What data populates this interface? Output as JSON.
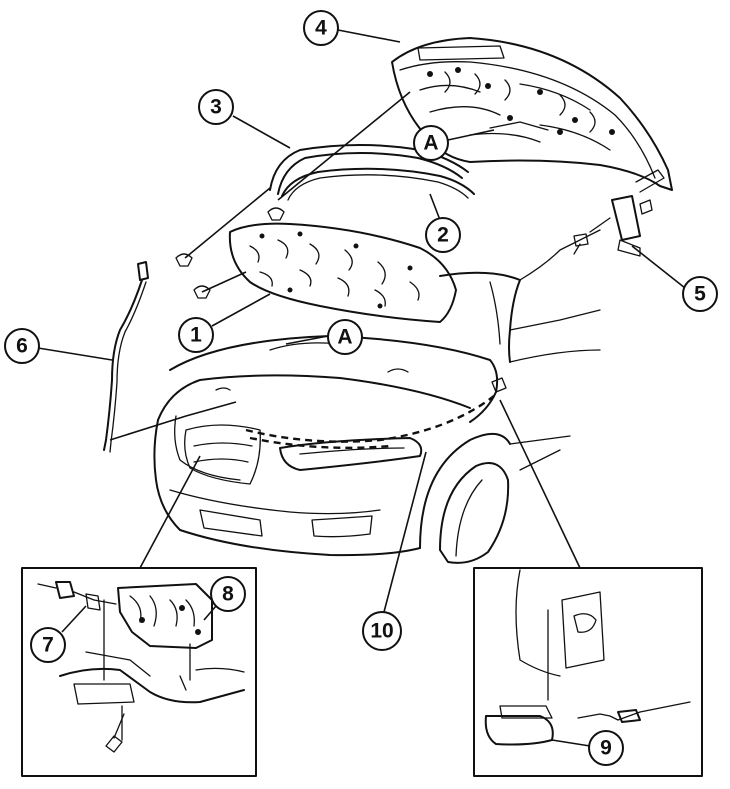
{
  "callouts": [
    {
      "id": "1",
      "label": "1"
    },
    {
      "id": "2",
      "label": "2"
    },
    {
      "id": "3",
      "label": "3"
    },
    {
      "id": "4",
      "label": "4"
    },
    {
      "id": "5",
      "label": "5"
    },
    {
      "id": "6",
      "label": "6"
    },
    {
      "id": "7",
      "label": "7"
    },
    {
      "id": "8",
      "label": "8"
    },
    {
      "id": "9",
      "label": "9"
    },
    {
      "id": "10",
      "label": "10"
    },
    {
      "id": "A-hood",
      "label": "A"
    },
    {
      "id": "A-body",
      "label": "A"
    }
  ],
  "colors": {
    "line": "#111111",
    "background": "#ffffff"
  }
}
